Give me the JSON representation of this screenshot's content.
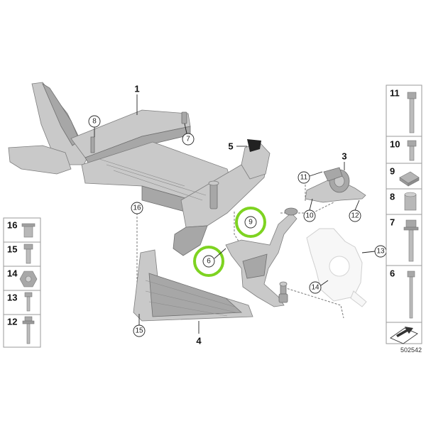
{
  "callouts": {
    "c1": "1",
    "c3": "3",
    "c4": "4",
    "c5": "5",
    "c6": "6",
    "c7": "7",
    "c8": "8",
    "c9": "9",
    "c10": "10",
    "c11": "11",
    "c12": "12",
    "c13": "13",
    "c14": "14",
    "c15": "15",
    "c16": "16"
  },
  "highlight_color": "#7ed321",
  "left_legend": [
    "16",
    "15",
    "14",
    "13",
    "12"
  ],
  "right_legend": [
    "11",
    "10",
    "9",
    "8",
    "7",
    "6"
  ],
  "diagram_ref": "502542"
}
